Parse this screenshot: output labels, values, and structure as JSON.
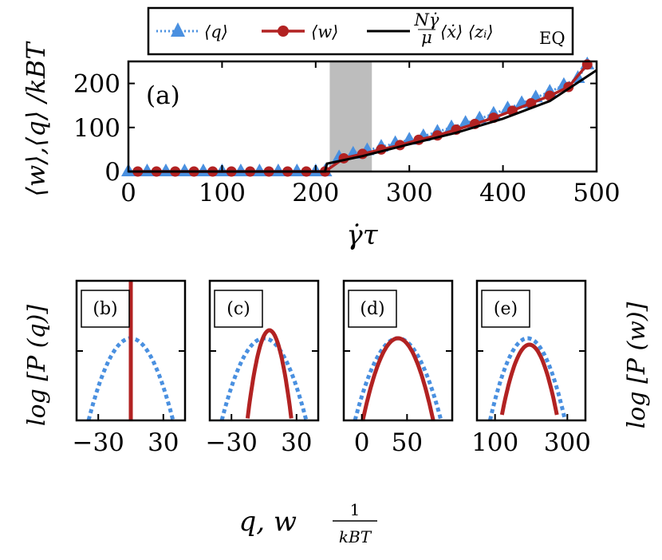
{
  "colors": {
    "q": "#4a90e0",
    "w": "#b22222",
    "eq": "#000000",
    "shade": "#bdbdbd"
  },
  "legend": {
    "q_label": "⟨q⟩",
    "w_label": "⟨w⟩",
    "eq_label_num": "Nγ̇",
    "eq_label_den": "μ",
    "eq_label_rest": "⟨ẋ⟩ ⟨zᵢ⟩",
    "eq_label_sub": "EQ"
  },
  "chart_data": [
    {
      "type": "line",
      "panel_label": "(a)",
      "xlabel": "γ̇τ",
      "ylabel": "⟨w⟩,⟨q⟩ /kBT",
      "xlim": [
        0,
        500
      ],
      "ylim": [
        0,
        250
      ],
      "xticks": [
        0,
        100,
        200,
        300,
        400,
        500
      ],
      "yticks": [
        0,
        100,
        200
      ],
      "shaded_region": [
        215,
        260
      ],
      "series": [
        {
          "name": "⟨q⟩",
          "marker": "triangle",
          "linestyle": "dotted",
          "x": [
            0,
            20,
            40,
            60,
            80,
            100,
            120,
            140,
            160,
            180,
            200,
            210,
            225,
            240,
            255,
            270,
            285,
            300,
            315,
            330,
            345,
            360,
            375,
            390,
            405,
            420,
            435,
            450,
            465,
            480,
            490
          ],
          "y": [
            0,
            0,
            0,
            0,
            0,
            0,
            0,
            0,
            0,
            0,
            0,
            0,
            32,
            40,
            48,
            56,
            64,
            72,
            80,
            90,
            100,
            110,
            120,
            131,
            143,
            155,
            168,
            181,
            196,
            212,
            243
          ]
        },
        {
          "name": "⟨w⟩",
          "marker": "circle",
          "linestyle": "solid",
          "x": [
            10,
            30,
            50,
            70,
            90,
            110,
            130,
            150,
            170,
            190,
            210,
            230,
            250,
            270,
            290,
            310,
            330,
            350,
            370,
            390,
            410,
            430,
            450,
            470,
            490
          ],
          "y": [
            0,
            0,
            0,
            0,
            0,
            0,
            0,
            0,
            0,
            0,
            0,
            30,
            40,
            50,
            60,
            72,
            82,
            95,
            108,
            122,
            138,
            155,
            172,
            192,
            243
          ]
        },
        {
          "name": "(Nγ̇/μ) ⟨ẋ⟩ ⟨zᵢ⟩_EQ",
          "marker": "none",
          "linestyle": "solid",
          "x": [
            0,
            210,
            212,
            250,
            300,
            350,
            400,
            450,
            500
          ],
          "y": [
            0,
            0,
            18,
            35,
            62,
            88,
            120,
            160,
            230
          ]
        }
      ]
    },
    {
      "type": "line",
      "panel_label": "(b)",
      "xticks": [
        -30,
        30
      ],
      "xlim": [
        -50,
        50
      ],
      "q_curve": {
        "mean": 0,
        "std": 18
      },
      "w_curve": {
        "mean": 0,
        "std": 0
      }
    },
    {
      "type": "line",
      "panel_label": "(c)",
      "xticks": [
        -30,
        30
      ],
      "xlim": [
        -50,
        50
      ],
      "q_curve": {
        "mean": 0,
        "std": 18
      },
      "w_curve": {
        "mean": 5,
        "std": 9
      }
    },
    {
      "type": "line",
      "panel_label": "(d)",
      "xticks": [
        0,
        50
      ],
      "xlim": [
        -20,
        100
      ],
      "q_curve": {
        "mean": 40,
        "std": 22
      },
      "w_curve": {
        "mean": 40,
        "std": 18
      }
    },
    {
      "type": "line",
      "panel_label": "(e)",
      "xticks": [
        100,
        300
      ],
      "xlim": [
        50,
        350
      ],
      "q_curve": {
        "mean": 190,
        "std": 48
      },
      "w_curve": {
        "mean": 195,
        "std": 38
      }
    }
  ],
  "bottom_ylabel_left": "log [P (q)]",
  "bottom_ylabel_right": "log [P (w)]",
  "bottom_xlabel_main": "q, w",
  "bottom_xlabel_num": "1",
  "bottom_xlabel_den": "kBT"
}
